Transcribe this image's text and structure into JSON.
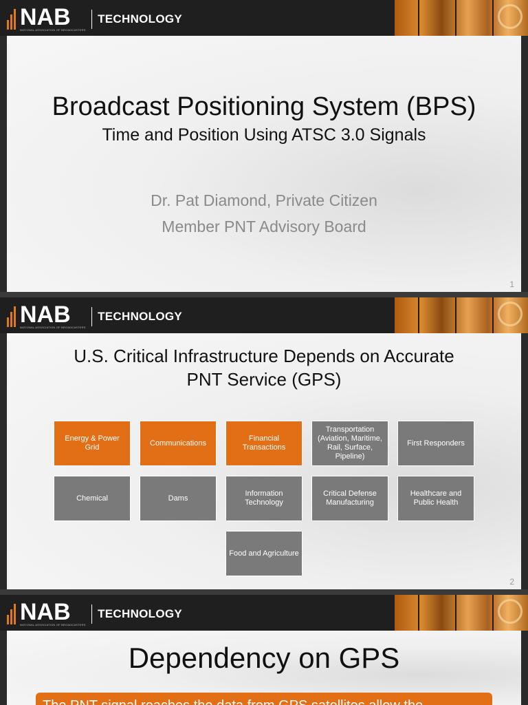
{
  "header": {
    "logo_text": "NAB",
    "logo_subtext": "NATIONAL ASSOCIATION OF BROADCASTERS",
    "section_label": "TECHNOLOGY"
  },
  "slide1": {
    "title": "Broadcast Positioning System (BPS)",
    "subtitle": "Time and Position Using ATSC 3.0 Signals",
    "author_line1": "Dr. Pat Diamond, Private Citizen",
    "author_line2": "Member PNT Advisory Board",
    "page_number": "1"
  },
  "slide2": {
    "title_line1": "U.S. Critical Infrastructure Depends on Accurate",
    "title_line2": "PNT Service (GPS)",
    "boxes": [
      {
        "label": "Energy & Power Grid",
        "color": "#e26f16"
      },
      {
        "label": "Communications",
        "color": "#e26f16"
      },
      {
        "label": "Financial Transactions",
        "color": "#e26f16"
      },
      {
        "label": "Transportation (Aviation, Maritime, Rail, Surface, Pipeline)",
        "color": "#7a7a7a"
      },
      {
        "label": "First Responders",
        "color": "#7a7a7a"
      },
      {
        "label": "Chemical",
        "color": "#7a7a7a"
      },
      {
        "label": "Dams",
        "color": "#7a7a7a"
      },
      {
        "label": "Information Technology",
        "color": "#7a7a7a"
      },
      {
        "label": "Critical Defense Manufacturing",
        "color": "#7a7a7a"
      },
      {
        "label": "Healthcare and Public Health",
        "color": "#7a7a7a"
      },
      {
        "label": "Food and Agriculture",
        "color": "#7a7a7a"
      }
    ],
    "page_number": "2"
  },
  "slide3": {
    "title": "Dependency on GPS",
    "bullet_partial": "The PNT signal reaches the data from GPS satellites allow the"
  },
  "colors": {
    "accent": "#e26f16",
    "gray_box": "#7a7a7a",
    "header_bg": "#1f1f1f"
  }
}
